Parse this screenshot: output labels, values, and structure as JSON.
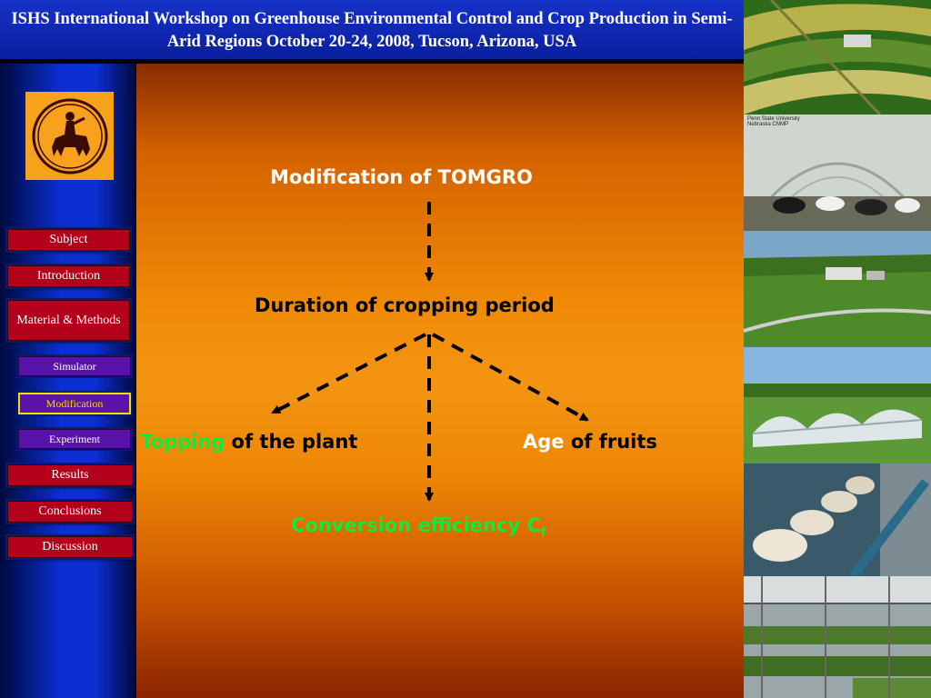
{
  "header": {
    "title": "ISHS International Workshop on Greenhouse Environmental Control and Crop Production in Semi-Arid Regions October 20-24, 2008, Tucson, Arizona, USA"
  },
  "sidebar": {
    "logo_icon": "centaur-emblem-icon",
    "items": [
      {
        "label": "Subject"
      },
      {
        "label": "Introduction"
      },
      {
        "label": "Material & Methods"
      },
      {
        "label": "Simulator"
      },
      {
        "label": "Modification"
      },
      {
        "label": "Experiment"
      },
      {
        "label": "Results"
      },
      {
        "label": "Conclusions"
      },
      {
        "label": "Discussion"
      }
    ],
    "active_item": "Modification"
  },
  "diagram": {
    "root": "Modification of TOMGRO",
    "middle": "Duration of cropping period",
    "left": {
      "highlight": "Topping",
      "rest": " of the plant"
    },
    "right": {
      "highlight": "Age",
      "rest": " of fruits"
    },
    "bottom": {
      "text": "Conversion efficiency C",
      "subscript": "f"
    }
  },
  "photos": {
    "labels": [
      "Penn State University",
      "Nebraska CNMP"
    ]
  },
  "colors": {
    "header_bg": "#0a1f9e",
    "nav_button": "#b3001b",
    "nav_sub": "#5a13a8",
    "highlight_green": "#12e83a",
    "active_text": "#ffd400"
  }
}
